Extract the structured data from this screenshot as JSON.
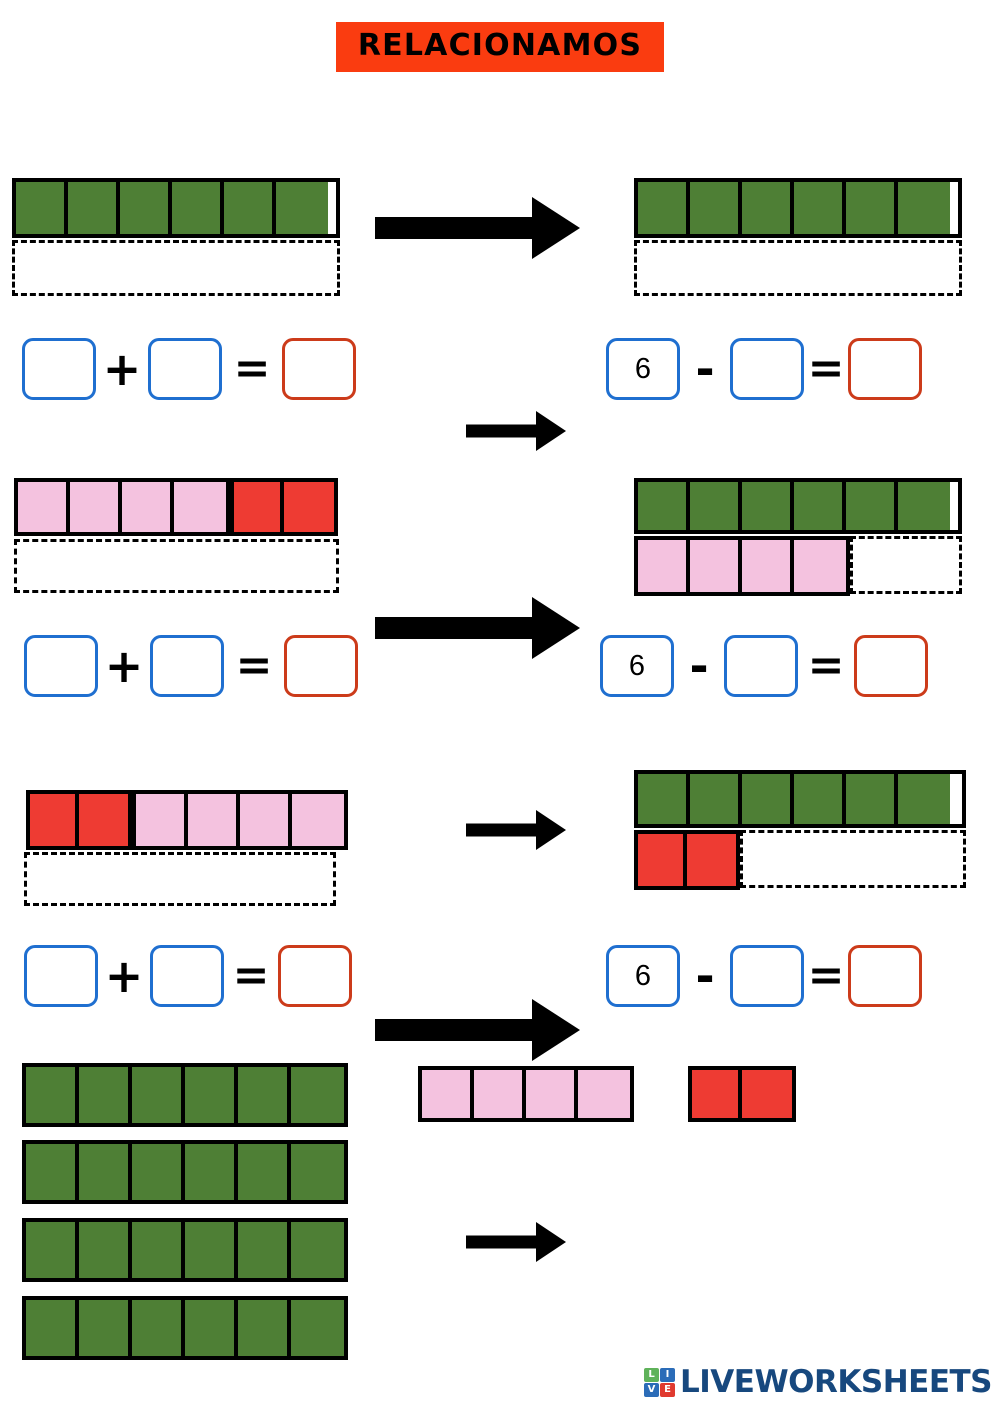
{
  "page": {
    "title": "RELACIONAMOS",
    "title_bg": "#FA3C10",
    "colors": {
      "green": "#4E7F35",
      "pink": "#F4C2DF",
      "red": "#EE3B33",
      "input_border": "#1F6FD0",
      "result_border": "#CC3B1A"
    }
  },
  "operators": {
    "plus": "+",
    "minus": "-",
    "equals": "=",
    "arrow": "arrow-right-icon"
  },
  "rows": [
    {
      "id": "row-1",
      "left_model": {
        "top_bar": {
          "segments": [
            "green",
            "green",
            "green",
            "green",
            "green",
            "green"
          ]
        },
        "bottom_dashed": {
          "segments": []
        }
      },
      "right_model": {
        "top_bar": {
          "segments": [
            "green",
            "green",
            "green",
            "green",
            "green",
            "green"
          ]
        },
        "bottom_dashed": {
          "segments": []
        }
      },
      "addition": {
        "a": "",
        "b": "",
        "sum": "",
        "a_placeholder": "",
        "b_placeholder": "",
        "sum_placeholder": ""
      },
      "subtraction": {
        "minuend": "6",
        "subtrahend": "",
        "difference": "",
        "subtrahend_placeholder": "",
        "difference_placeholder": ""
      }
    },
    {
      "id": "row-2",
      "left_model": {
        "top_bar": {
          "segments": [
            "pink",
            "pink",
            "pink",
            "pink",
            "red",
            "red"
          ]
        },
        "bottom_dashed": {
          "segments": []
        }
      },
      "right_model": {
        "top_bar": {
          "segments": [
            "green",
            "green",
            "green",
            "green",
            "green",
            "green"
          ]
        },
        "bottom_dashed": {
          "segments": [
            "pink",
            "pink",
            "pink",
            "pink"
          ]
        }
      },
      "addition": {
        "a": "",
        "b": "",
        "sum": "",
        "a_placeholder": "",
        "b_placeholder": "",
        "sum_placeholder": ""
      },
      "subtraction": {
        "minuend": "6",
        "subtrahend": "",
        "difference": "",
        "subtrahend_placeholder": "",
        "difference_placeholder": ""
      }
    },
    {
      "id": "row-3",
      "left_model": {
        "top_bar": {
          "segments": [
            "red",
            "red",
            "pink",
            "pink",
            "pink",
            "pink"
          ]
        },
        "bottom_dashed": {
          "segments": []
        }
      },
      "right_model": {
        "top_bar": {
          "segments": [
            "green",
            "green",
            "green",
            "green",
            "green",
            "green"
          ]
        },
        "bottom_dashed": {
          "segments": [
            "red",
            "red"
          ]
        }
      },
      "addition": {
        "a": "",
        "b": "",
        "sum": "",
        "a_placeholder": "",
        "b_placeholder": "",
        "sum_placeholder": ""
      },
      "subtraction": {
        "minuend": "6",
        "subtrahend": "",
        "difference": "",
        "subtrahend_placeholder": "",
        "difference_placeholder": ""
      }
    }
  ],
  "bank": {
    "green_bars": [
      {
        "segments": [
          "green",
          "green",
          "green",
          "green",
          "green",
          "green"
        ]
      },
      {
        "segments": [
          "green",
          "green",
          "green",
          "green",
          "green",
          "green"
        ]
      },
      {
        "segments": [
          "green",
          "green",
          "green",
          "green",
          "green",
          "green"
        ]
      },
      {
        "segments": [
          "green",
          "green",
          "green",
          "green",
          "green",
          "green"
        ]
      }
    ],
    "pink_bar": {
      "segments": [
        "pink",
        "pink",
        "pink",
        "pink"
      ]
    },
    "red_bar": {
      "segments": [
        "red",
        "red"
      ]
    }
  },
  "footer": {
    "logo_tiles": [
      "L",
      "I",
      "V",
      "E"
    ],
    "logo_word": "LIVEWORKSHEETS"
  }
}
